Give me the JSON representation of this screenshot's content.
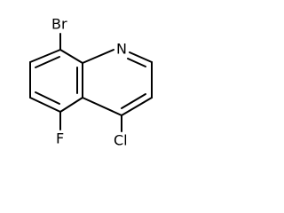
{
  "molecule": {
    "atoms": {
      "bromine": "Br",
      "nitrogen": "N",
      "fluorine": "F",
      "chlorine": "Cl"
    }
  }
}
